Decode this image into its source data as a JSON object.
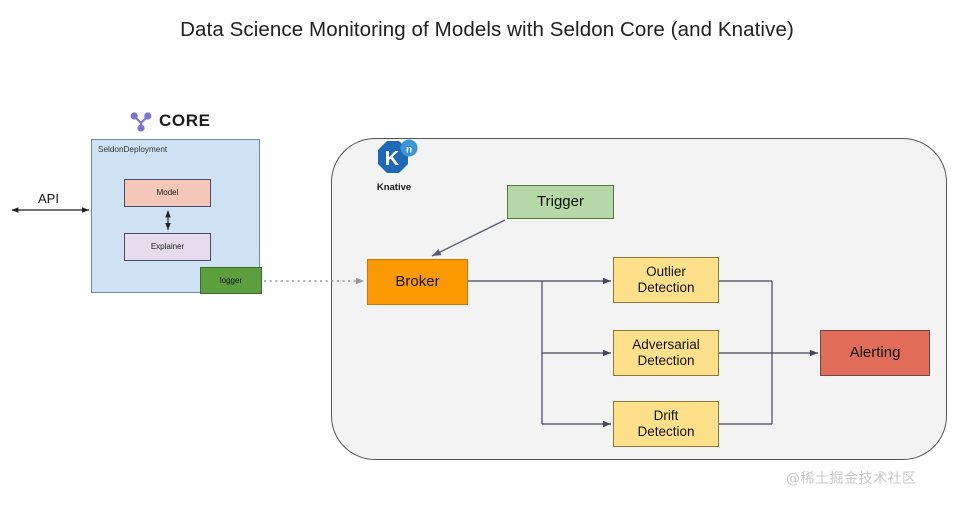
{
  "page": {
    "title": "Data Science Monitoring of Models with Seldon Core (and Knative)",
    "background_color": "#ffffff",
    "watermark": "@稀土掘金技术社区"
  },
  "seldon": {
    "logo_icon": "seldon-trefoil-icon",
    "logo_text": "CORE",
    "logo_color": "#7b74d4",
    "deployment": {
      "label": "SeldonDeployment",
      "fill": "#cfe2f3",
      "stroke": "#6d8aa8",
      "children": [
        {
          "name": "model",
          "label": "Model",
          "fill": "#f4c7b8",
          "stroke": "#4b4b6b"
        },
        {
          "name": "explainer",
          "label": "Explainer",
          "fill": "#e6dced",
          "stroke": "#4b4b6b"
        },
        {
          "name": "logger",
          "label": "logger",
          "fill": "#5d9e3f",
          "stroke": "#3d6b29"
        }
      ]
    },
    "api_label": "API"
  },
  "knative": {
    "logo_icon": "knative-k-icon",
    "logo_badge": "n",
    "logo_letter": "K",
    "label": "Knative",
    "container_fill": "#f3f3f3",
    "container_stroke": "#555555",
    "nodes": [
      {
        "name": "trigger",
        "label": "Trigger",
        "fill": "#b6d7a8",
        "stroke": "#4f7a3a"
      },
      {
        "name": "broker",
        "label": "Broker",
        "fill": "#fb9a03",
        "stroke": "#c47a05"
      },
      {
        "name": "outlier-detection",
        "label_line1": "Outlier",
        "label_line2": "Detection",
        "fill": "#ffe08a",
        "stroke": "#8a7a3a"
      },
      {
        "name": "adversarial-detection",
        "label_line1": "Adversarial",
        "label_line2": "Detection",
        "fill": "#ffe08a",
        "stroke": "#8a7a3a"
      },
      {
        "name": "drift-detection",
        "label_line1": "Drift",
        "label_line2": "Detection",
        "fill": "#ffe08a",
        "stroke": "#8a7a3a"
      },
      {
        "name": "alerting",
        "label": "Alerting",
        "fill": "#e06c59",
        "stroke": "#6d4a44"
      }
    ]
  },
  "connectors": {
    "api_arrow": "double-headed-arrow",
    "model_explainer_arrow": "double-headed-arrow",
    "logger_to_broker": "dotted-arrow",
    "trigger_to_broker": "diagonal-arrow",
    "broker_to_detectors": "branching-arrows",
    "detectors_to_alerting": "merging-arrow",
    "line_color": "#44465c"
  }
}
